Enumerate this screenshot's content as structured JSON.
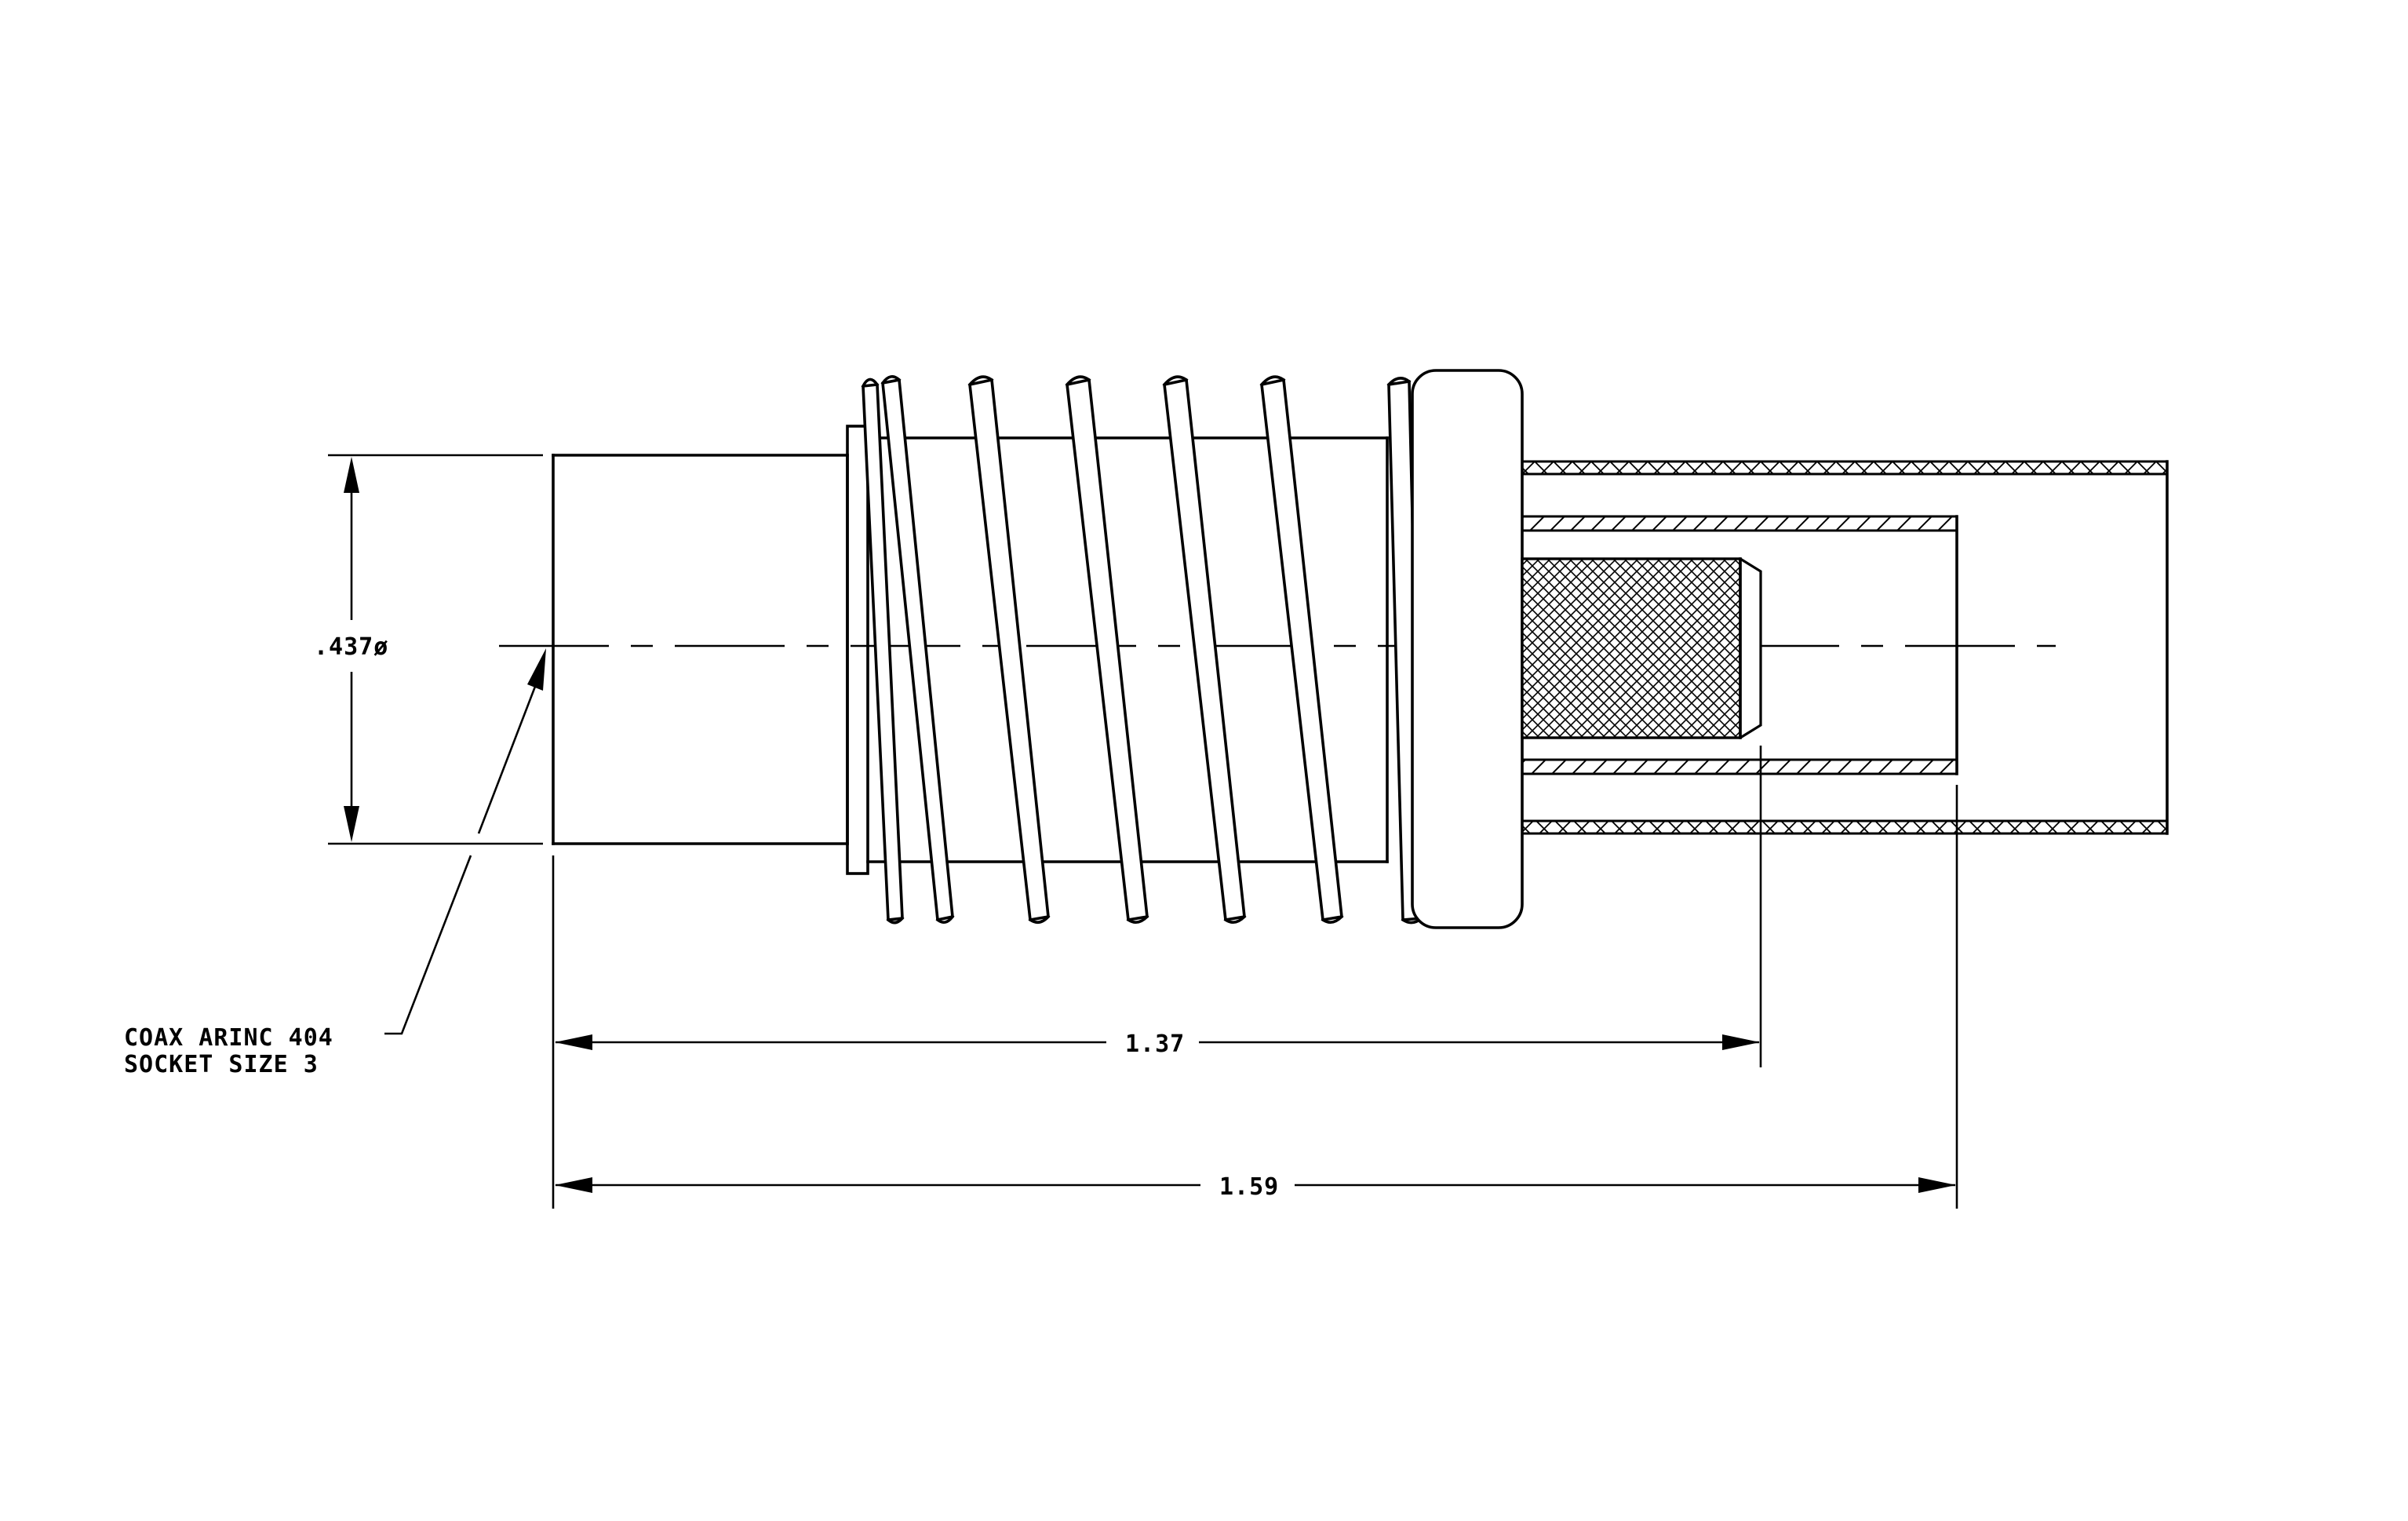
{
  "drawing": {
    "callout_lines": [
      "COAX ARINC 404",
      "SOCKET SIZE 3"
    ],
    "dim_diameter": ".437ø",
    "dim_length_1": "1.37",
    "dim_length_2": "1.59"
  }
}
